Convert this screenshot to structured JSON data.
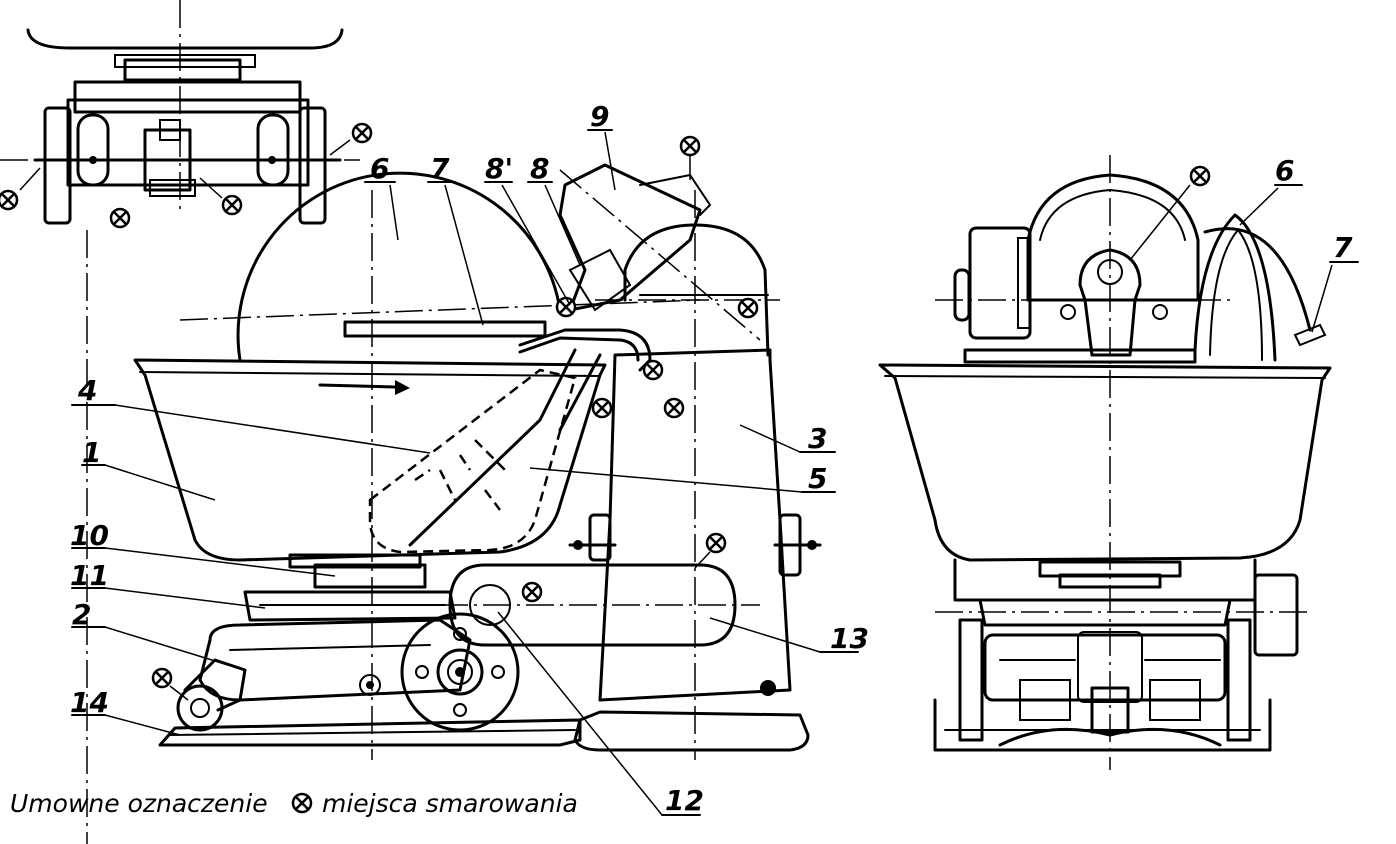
{
  "caption": {
    "before": "Umowne oznaczenie",
    "symbol": "⊗",
    "after": "miejsca smarowania"
  },
  "labels": {
    "n1": "1",
    "n2": "2",
    "n3": "3",
    "n4": "4",
    "n5": "5",
    "n6": "6",
    "n7": "7",
    "n8": "8",
    "n8p": "8'",
    "n9": "9",
    "n10": "10",
    "n11": "11",
    "n12": "12",
    "n13": "13",
    "n14": "14",
    "side6": "6",
    "side7": "7"
  },
  "lubrication_symbol_name": "lubrication-point-icon",
  "colors": {
    "ink": "#000000",
    "paper": "#ffffff"
  }
}
